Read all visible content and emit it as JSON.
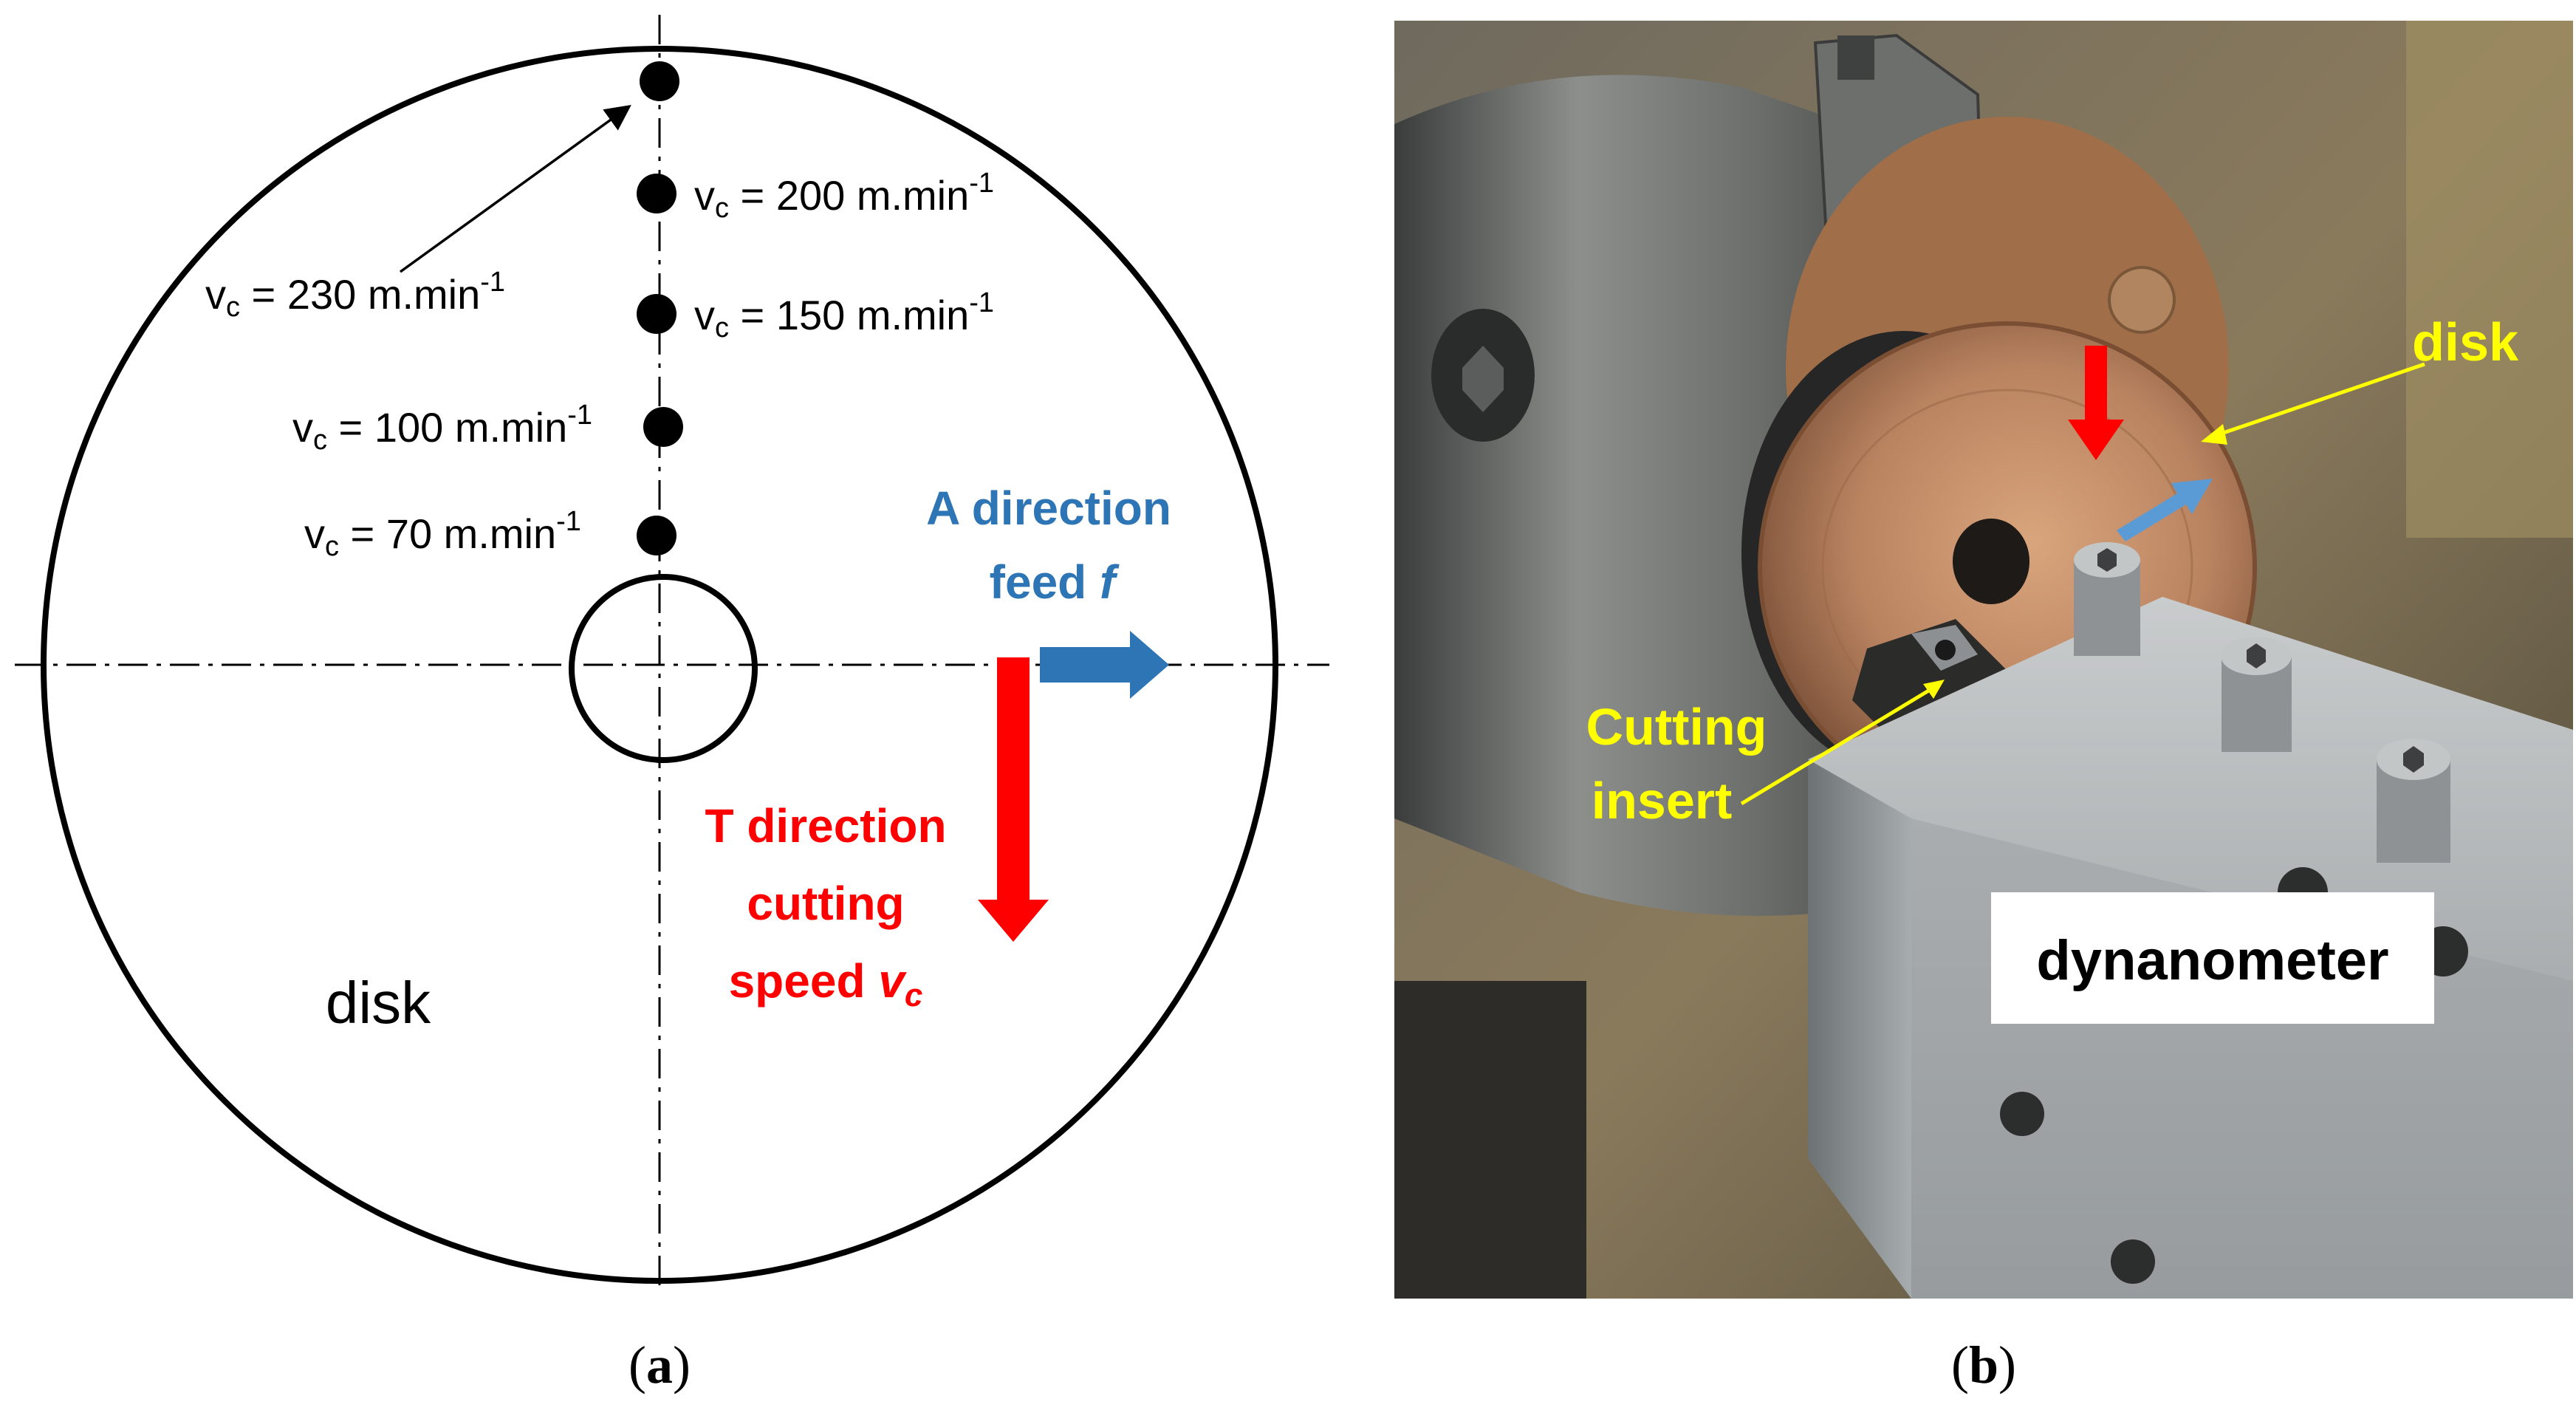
{
  "panel_a": {
    "label": "(a)",
    "label_letter": "a",
    "disk_label": "disk",
    "points": [
      {
        "name": "point-230",
        "vc_value": 230,
        "text": " = 230 m.min"
      },
      {
        "name": "point-200",
        "vc_value": 200,
        "text": " = 200 m.min"
      },
      {
        "name": "point-150",
        "vc_value": 150,
        "text": " = 150 m.min"
      },
      {
        "name": "point-100",
        "vc_value": 100,
        "text": " = 100 m.min"
      },
      {
        "name": "point-70",
        "vc_value": 70,
        "text": " = 70 m.min"
      }
    ],
    "v_symbol": "v",
    "sub_c": "c",
    "sup": "-1",
    "a_direction": {
      "line1": "A direction",
      "line2_prefix": "feed ",
      "line2_symbol": "f",
      "color": "#2e75b6"
    },
    "t_direction": {
      "line1": "T direction",
      "line2": "cutting",
      "line3_prefix": "speed ",
      "line3_symbol": "v",
      "line3_sub": "c",
      "color": "#ff0000"
    }
  },
  "panel_b": {
    "label": "(b)",
    "label_letter": "b",
    "disk_label": "disk",
    "cutting_insert_line1": "Cutting",
    "cutting_insert_line2": "insert",
    "dynamometer_label": "dynanometer",
    "label_color": "#ffff00"
  }
}
